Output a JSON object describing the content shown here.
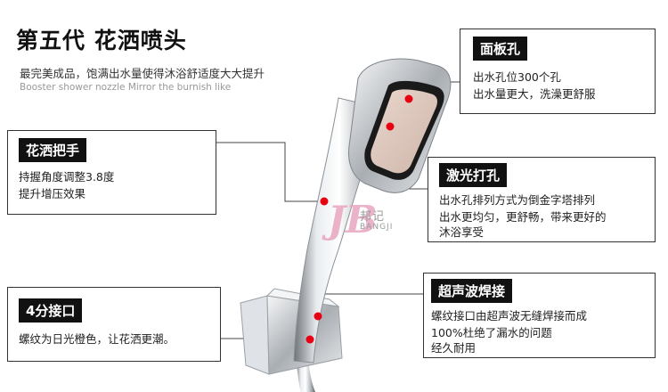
{
  "header": {
    "title": "第五代  花洒喷头",
    "subtitle_cn": "最完美成品，饱满出水量使得沐浴舒适度大大提升",
    "subtitle_en": "Booster shower nozzle Mirror the burnish like"
  },
  "callouts": {
    "panel_holes": {
      "label": "面板孔",
      "lines": [
        "出水孔位300个孔",
        "出水量更大，洗澡更舒服"
      ]
    },
    "handle": {
      "label": "花洒把手",
      "lines": [
        "持握角度调整3.8度",
        "提升增压效果"
      ]
    },
    "laser_holes": {
      "label": "激光打孔",
      "lines": [
        "出水孔排列方式为倒金字塔排列",
        "出水更均匀，更舒畅，带来更好的",
        "沐浴享受"
      ]
    },
    "ultrasonic_weld": {
      "label": "超声波焊接",
      "lines": [
        "螺纹接口由超声波无缝焊接而成",
        "100%杜绝了漏水的问题",
        "经久耐用"
      ]
    },
    "connector": {
      "label": "4分接口",
      "lines": [
        "螺纹为日光橙色，让花洒更潮。"
      ]
    }
  },
  "brand": {
    "mark": "JB",
    "name_cn": "邦记",
    "name_en": "BANGJI"
  },
  "colors": {
    "marker_red": "#e60012",
    "box_border": "#333333",
    "tag_bg": "#111111"
  }
}
